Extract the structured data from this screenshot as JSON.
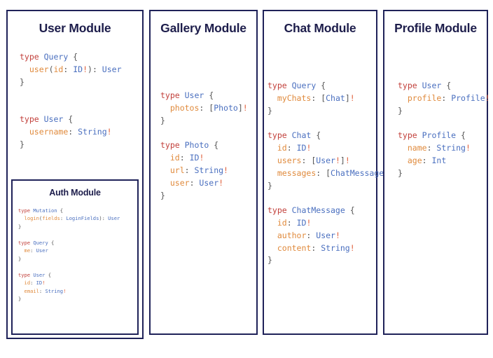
{
  "page": {
    "background": "#ffffff",
    "border_color": "#1f2259",
    "title_color": "#1d1d4b"
  },
  "syntax_colors": {
    "keyword": "#c2403b",
    "type_name": "#4a6fbf",
    "field_name": "#e08a3c",
    "punctuation": "#555555",
    "non_null": "#e0603c"
  },
  "panels": [
    {
      "id": "user-module",
      "title": "User Module",
      "schema_lines": [
        [
          {
            "t": "type ",
            "c": "kw"
          },
          {
            "t": "Query",
            "c": "name"
          },
          {
            "t": " {",
            "c": "pun"
          }
        ],
        [
          {
            "t": "  ",
            "c": "pun"
          },
          {
            "t": "user",
            "c": "fld"
          },
          {
            "t": "(",
            "c": "pun"
          },
          {
            "t": "id",
            "c": "fld"
          },
          {
            "t": ": ",
            "c": "pun"
          },
          {
            "t": "ID",
            "c": "name"
          },
          {
            "t": "!",
            "c": "bang"
          },
          {
            "t": "): ",
            "c": "pun"
          },
          {
            "t": "User",
            "c": "name"
          }
        ],
        [
          {
            "t": "}",
            "c": "pun"
          }
        ],
        [],
        [],
        [
          {
            "t": "type ",
            "c": "kw"
          },
          {
            "t": "User",
            "c": "name"
          },
          {
            "t": " {",
            "c": "pun"
          }
        ],
        [
          {
            "t": "  ",
            "c": "pun"
          },
          {
            "t": "username",
            "c": "fld"
          },
          {
            "t": ": ",
            "c": "pun"
          },
          {
            "t": "String",
            "c": "name"
          },
          {
            "t": "!",
            "c": "bang"
          }
        ],
        [
          {
            "t": "}",
            "c": "pun"
          }
        ]
      ],
      "nested": {
        "id": "auth-module",
        "title": "Auth Module",
        "schema_lines": [
          [
            {
              "t": "type ",
              "c": "kw"
            },
            {
              "t": "Mutation",
              "c": "name"
            },
            {
              "t": " {",
              "c": "pun"
            }
          ],
          [
            {
              "t": "  ",
              "c": "pun"
            },
            {
              "t": "login",
              "c": "fld"
            },
            {
              "t": "(",
              "c": "pun"
            },
            {
              "t": "fields",
              "c": "fld"
            },
            {
              "t": ": ",
              "c": "pun"
            },
            {
              "t": "LoginFields",
              "c": "name"
            },
            {
              "t": "): ",
              "c": "pun"
            },
            {
              "t": "User",
              "c": "name"
            }
          ],
          [
            {
              "t": "}",
              "c": "pun"
            }
          ],
          [],
          [
            {
              "t": "type ",
              "c": "kw"
            },
            {
              "t": "Query",
              "c": "name"
            },
            {
              "t": " {",
              "c": "pun"
            }
          ],
          [
            {
              "t": "  ",
              "c": "pun"
            },
            {
              "t": "me",
              "c": "fld"
            },
            {
              "t": ": ",
              "c": "pun"
            },
            {
              "t": "User",
              "c": "name"
            }
          ],
          [
            {
              "t": "}",
              "c": "pun"
            }
          ],
          [],
          [
            {
              "t": "type ",
              "c": "kw"
            },
            {
              "t": "User",
              "c": "name"
            },
            {
              "t": " {",
              "c": "pun"
            }
          ],
          [
            {
              "t": "  ",
              "c": "pun"
            },
            {
              "t": "id",
              "c": "fld"
            },
            {
              "t": ": ",
              "c": "pun"
            },
            {
              "t": "ID",
              "c": "name"
            },
            {
              "t": "!",
              "c": "bang"
            }
          ],
          [
            {
              "t": "  ",
              "c": "pun"
            },
            {
              "t": "email",
              "c": "fld"
            },
            {
              "t": ": ",
              "c": "pun"
            },
            {
              "t": "String",
              "c": "name"
            },
            {
              "t": "!",
              "c": "bang"
            }
          ],
          [
            {
              "t": "}",
              "c": "pun"
            }
          ]
        ]
      }
    },
    {
      "id": "gallery-module",
      "title": "Gallery Module",
      "schema_lines": [
        [
          {
            "t": "type ",
            "c": "kw"
          },
          {
            "t": "User",
            "c": "name"
          },
          {
            "t": " {",
            "c": "pun"
          }
        ],
        [
          {
            "t": "  ",
            "c": "pun"
          },
          {
            "t": "photos",
            "c": "fld"
          },
          {
            "t": ": ",
            "c": "pun"
          },
          {
            "t": "[",
            "c": "pun"
          },
          {
            "t": "Photo",
            "c": "name"
          },
          {
            "t": "]",
            "c": "pun"
          },
          {
            "t": "!",
            "c": "bang"
          }
        ],
        [
          {
            "t": "}",
            "c": "pun"
          }
        ],
        [],
        [
          {
            "t": "type ",
            "c": "kw"
          },
          {
            "t": "Photo",
            "c": "name"
          },
          {
            "t": " {",
            "c": "pun"
          }
        ],
        [
          {
            "t": "  ",
            "c": "pun"
          },
          {
            "t": "id",
            "c": "fld"
          },
          {
            "t": ": ",
            "c": "pun"
          },
          {
            "t": "ID",
            "c": "name"
          },
          {
            "t": "!",
            "c": "bang"
          }
        ],
        [
          {
            "t": "  ",
            "c": "pun"
          },
          {
            "t": "url",
            "c": "fld"
          },
          {
            "t": ": ",
            "c": "pun"
          },
          {
            "t": "String",
            "c": "name"
          },
          {
            "t": "!",
            "c": "bang"
          }
        ],
        [
          {
            "t": "  ",
            "c": "pun"
          },
          {
            "t": "user",
            "c": "fld"
          },
          {
            "t": ": ",
            "c": "pun"
          },
          {
            "t": "User",
            "c": "name"
          },
          {
            "t": "!",
            "c": "bang"
          }
        ],
        [
          {
            "t": "}",
            "c": "pun"
          }
        ]
      ],
      "nested": null
    },
    {
      "id": "chat-module",
      "title": "Chat Module",
      "schema_lines": [
        [
          {
            "t": "type ",
            "c": "kw"
          },
          {
            "t": "Query",
            "c": "name"
          },
          {
            "t": " {",
            "c": "pun"
          }
        ],
        [
          {
            "t": "  ",
            "c": "pun"
          },
          {
            "t": "myChats",
            "c": "fld"
          },
          {
            "t": ": ",
            "c": "pun"
          },
          {
            "t": "[",
            "c": "pun"
          },
          {
            "t": "Chat",
            "c": "name"
          },
          {
            "t": "]",
            "c": "pun"
          },
          {
            "t": "!",
            "c": "bang"
          }
        ],
        [
          {
            "t": "}",
            "c": "pun"
          }
        ],
        [],
        [
          {
            "t": "type ",
            "c": "kw"
          },
          {
            "t": "Chat",
            "c": "name"
          },
          {
            "t": " {",
            "c": "pun"
          }
        ],
        [
          {
            "t": "  ",
            "c": "pun"
          },
          {
            "t": "id",
            "c": "fld"
          },
          {
            "t": ": ",
            "c": "pun"
          },
          {
            "t": "ID",
            "c": "name"
          },
          {
            "t": "!",
            "c": "bang"
          }
        ],
        [
          {
            "t": "  ",
            "c": "pun"
          },
          {
            "t": "users",
            "c": "fld"
          },
          {
            "t": ": ",
            "c": "pun"
          },
          {
            "t": "[",
            "c": "pun"
          },
          {
            "t": "User",
            "c": "name"
          },
          {
            "t": "!",
            "c": "bang"
          },
          {
            "t": "]",
            "c": "pun"
          },
          {
            "t": "!",
            "c": "bang"
          }
        ],
        [
          {
            "t": "  ",
            "c": "pun"
          },
          {
            "t": "messages",
            "c": "fld"
          },
          {
            "t": ": ",
            "c": "pun"
          },
          {
            "t": "[",
            "c": "pun"
          },
          {
            "t": "ChatMessage",
            "c": "name"
          },
          {
            "t": "]",
            "c": "pun"
          },
          {
            "t": "!",
            "c": "bang"
          }
        ],
        [
          {
            "t": "}",
            "c": "pun"
          }
        ],
        [],
        [
          {
            "t": "type ",
            "c": "kw"
          },
          {
            "t": "ChatMessage",
            "c": "name"
          },
          {
            "t": " {",
            "c": "pun"
          }
        ],
        [
          {
            "t": "  ",
            "c": "pun"
          },
          {
            "t": "id",
            "c": "fld"
          },
          {
            "t": ": ",
            "c": "pun"
          },
          {
            "t": "ID",
            "c": "name"
          },
          {
            "t": "!",
            "c": "bang"
          }
        ],
        [
          {
            "t": "  ",
            "c": "pun"
          },
          {
            "t": "author",
            "c": "fld"
          },
          {
            "t": ": ",
            "c": "pun"
          },
          {
            "t": "User",
            "c": "name"
          },
          {
            "t": "!",
            "c": "bang"
          }
        ],
        [
          {
            "t": "  ",
            "c": "pun"
          },
          {
            "t": "content",
            "c": "fld"
          },
          {
            "t": ": ",
            "c": "pun"
          },
          {
            "t": "String",
            "c": "name"
          },
          {
            "t": "!",
            "c": "bang"
          }
        ],
        [
          {
            "t": "}",
            "c": "pun"
          }
        ]
      ],
      "nested": null
    },
    {
      "id": "profile-module",
      "title": "Profile Module",
      "schema_lines": [
        [
          {
            "t": "type ",
            "c": "kw"
          },
          {
            "t": "User",
            "c": "name"
          },
          {
            "t": " {",
            "c": "pun"
          }
        ],
        [
          {
            "t": "  ",
            "c": "pun"
          },
          {
            "t": "profile",
            "c": "fld"
          },
          {
            "t": ": ",
            "c": "pun"
          },
          {
            "t": "Profile",
            "c": "name"
          },
          {
            "t": "!",
            "c": "bang"
          }
        ],
        [
          {
            "t": "}",
            "c": "pun"
          }
        ],
        [],
        [
          {
            "t": "type ",
            "c": "kw"
          },
          {
            "t": "Profile",
            "c": "name"
          },
          {
            "t": " {",
            "c": "pun"
          }
        ],
        [
          {
            "t": "  ",
            "c": "pun"
          },
          {
            "t": "name",
            "c": "fld"
          },
          {
            "t": ": ",
            "c": "pun"
          },
          {
            "t": "String",
            "c": "name"
          },
          {
            "t": "!",
            "c": "bang"
          }
        ],
        [
          {
            "t": "  ",
            "c": "pun"
          },
          {
            "t": "age",
            "c": "fld"
          },
          {
            "t": ": ",
            "c": "pun"
          },
          {
            "t": "Int",
            "c": "name"
          }
        ],
        [
          {
            "t": "}",
            "c": "pun"
          }
        ]
      ],
      "nested": null
    }
  ]
}
